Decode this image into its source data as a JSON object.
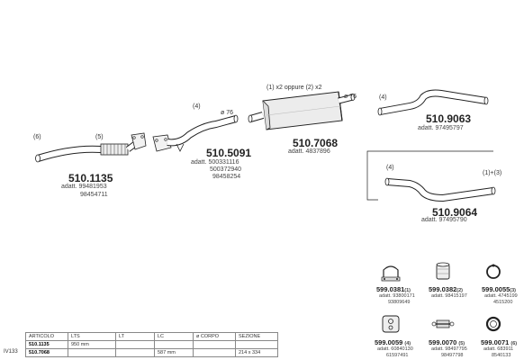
{
  "page_stamp": "IV133",
  "parts": {
    "p1": {
      "code": "510.1135",
      "adatt": [
        "adatt. 99481953",
        "98454711"
      ],
      "callouts": [
        "(6)",
        "(5)"
      ]
    },
    "p2": {
      "code": "510.5091",
      "adatt": [
        "adatt. 500331116",
        "500372940",
        "98458254"
      ],
      "callouts": [
        "(4)",
        "ø 76"
      ]
    },
    "p3": {
      "code": "510.7068",
      "adatt": [
        "adatt. 4837896"
      ],
      "callouts": [
        "(1) x2 oppure (2) x2",
        "ø 76"
      ]
    },
    "p4": {
      "code": "510.9063",
      "adatt": [
        "adatt. 97495797"
      ],
      "callouts": [
        "(4)"
      ]
    },
    "p5": {
      "code": "510.9064",
      "adatt": [
        "adatt. 97495790"
      ],
      "callouts": [
        "(4)",
        "(1)+(3)"
      ]
    }
  },
  "accessories": [
    {
      "code": "599.0381",
      "idx": "(1)",
      "nums": [
        "adatt. 93800171",
        "93809649"
      ],
      "icon": "clamp-icon"
    },
    {
      "code": "599.0382",
      "idx": "(2)",
      "nums": [
        "adatt. 98415197"
      ],
      "icon": "sleeve-icon"
    },
    {
      "code": "599.0055",
      "idx": "(3)",
      "nums": [
        "adatt. 4745199",
        "4515200"
      ],
      "icon": "hanger-ring-icon"
    },
    {
      "code": "599.0059",
      "idx": "(4)",
      "nums": [
        "adatt. 60840130",
        "61597491"
      ],
      "icon": "rubber-mount-icon"
    },
    {
      "code": "599.0070",
      "idx": "(5)",
      "nums": [
        "adatt. 98497795",
        "98497798"
      ],
      "icon": "bolt-icon"
    },
    {
      "code": "599.0071",
      "idx": "(6)",
      "nums": [
        "adatt. 683911",
        "8540133"
      ],
      "icon": "gasket-icon"
    }
  ],
  "table": {
    "headers": [
      "ARTICOLO",
      "LTS",
      "LT",
      "LC",
      "ø CORPO",
      "SEZIONE"
    ],
    "rows": [
      [
        "510.1135",
        "950 mm",
        "",
        "",
        "",
        ""
      ],
      [
        "510.7068",
        "",
        "",
        "587 mm",
        "",
        "214 x 334"
      ]
    ]
  },
  "colors": {
    "line": "#222222",
    "muffler_fill": "#e9e9e9"
  }
}
